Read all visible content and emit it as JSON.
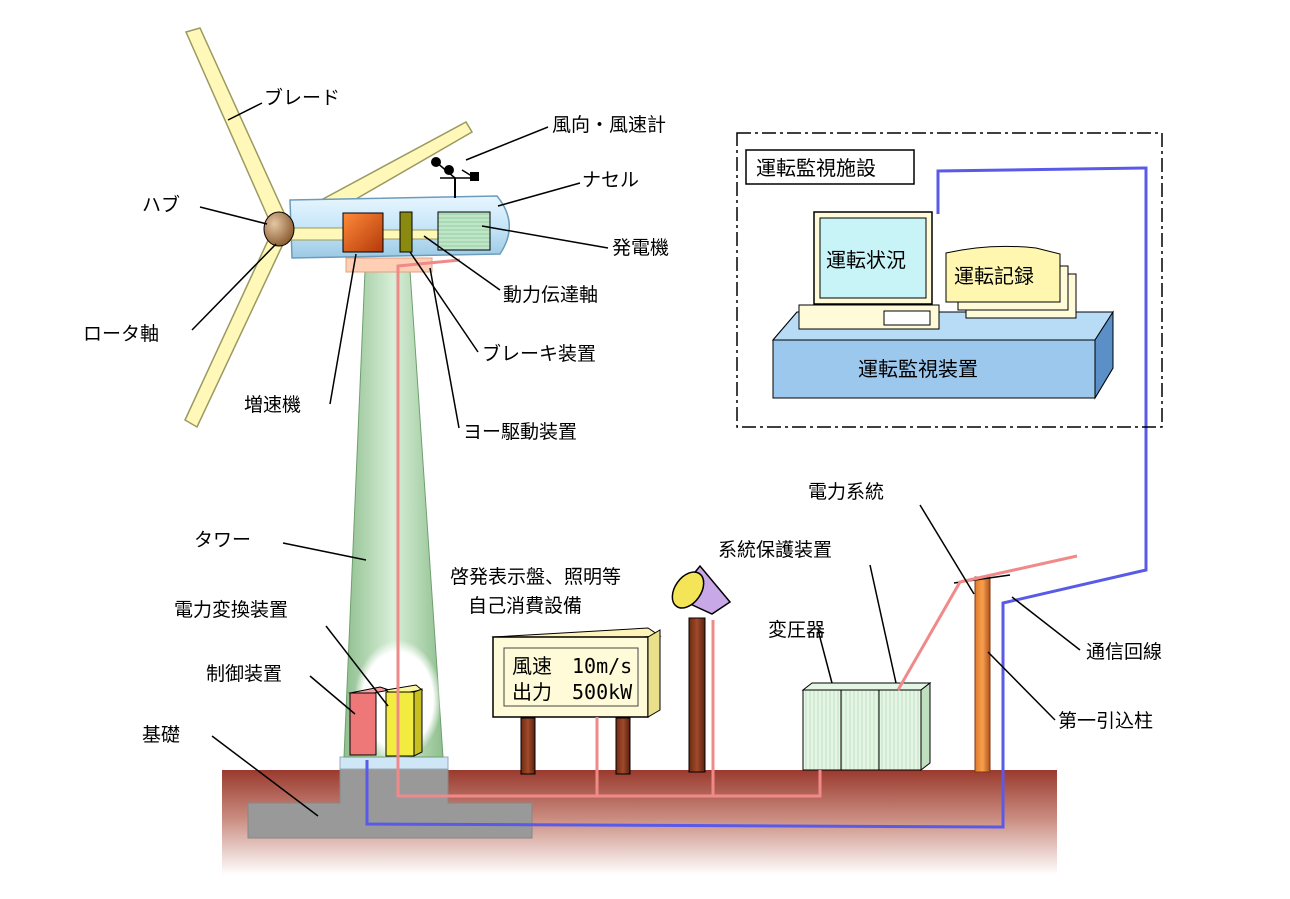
{
  "labels": {
    "blade": "ブレード",
    "hub": "ハブ",
    "rotor_shaft": "ロータ軸",
    "anemometer": "風向・風速計",
    "nacelle": "ナセル",
    "generator": "発電機",
    "drive_shaft": "動力伝達軸",
    "brake": "ブレーキ装置",
    "gearbox": "増速機",
    "yaw_drive": "ヨー駆動装置",
    "tower": "タワー",
    "power_converter": "電力変換装置",
    "controller": "制御装置",
    "foundation": "基礎",
    "self_consumption_line1": "啓発表示盤、照明等",
    "self_consumption_line2": "自己消費設備",
    "grid_protection": "系統保護装置",
    "transformer": "変圧器",
    "power_grid": "電力系統",
    "comm_line": "通信回線",
    "service_pole": "第一引込柱"
  },
  "monitoring": {
    "facility_title": "運転監視施設",
    "status_screen": "運転状況",
    "records": "運転記録",
    "device": "運転監視装置"
  },
  "display_board": {
    "row1_label": "風速",
    "row1_value": "10m/s",
    "row2_label": "出力",
    "row2_value": "500kW"
  },
  "colors": {
    "power_line": "#f08a8a",
    "comm_line": "#5a5ae8",
    "blade": "#fff8b8",
    "tower": "#bde0bd",
    "ground": "#a04a3a"
  }
}
